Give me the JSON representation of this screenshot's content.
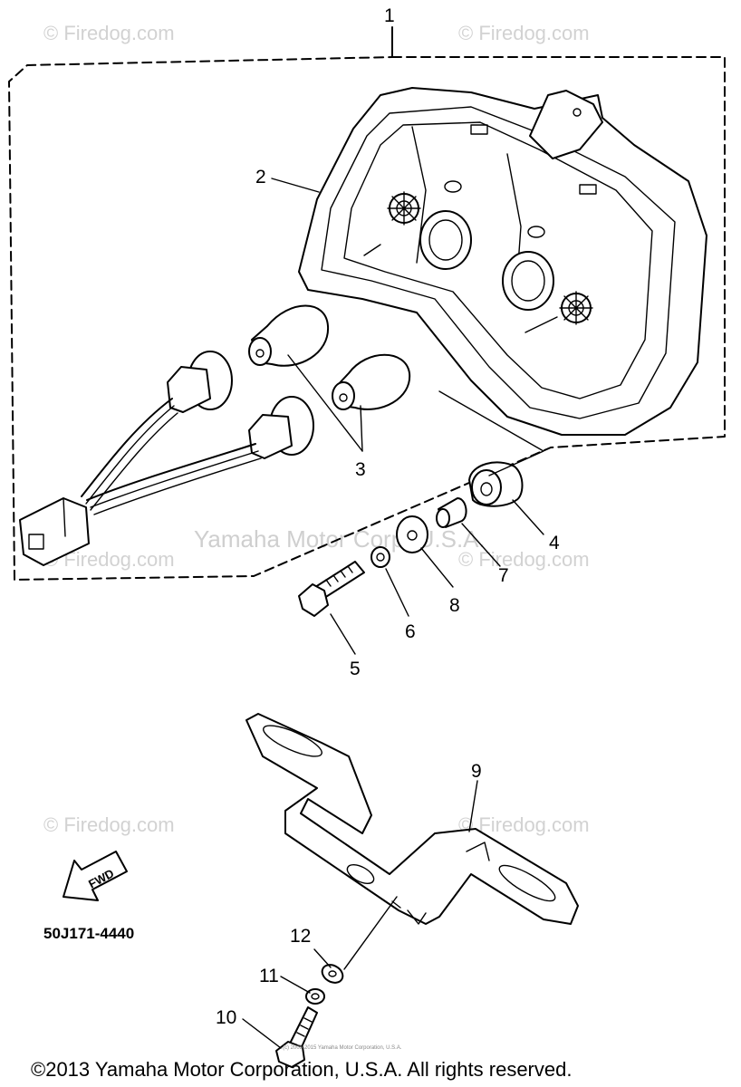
{
  "watermarks": {
    "firedog": "© Firedog.com",
    "yamaha": "Yamaha Motor Corp, U.S.A."
  },
  "callouts": [
    "1",
    "2",
    "3",
    "4",
    "5",
    "6",
    "7",
    "8",
    "9",
    "10",
    "11",
    "12"
  ],
  "fwd_label": "FWD",
  "part_code": "50J171-4440",
  "fine_print": "(c) 2005-2015 Yamaha Motor Corporation, U.S.A.",
  "copyright": "©2013 Yamaha Motor Corporation, U.S.A. All rights reserved.",
  "colors": {
    "line": "#000000",
    "watermark": "#d2d2d2",
    "background": "#ffffff"
  }
}
